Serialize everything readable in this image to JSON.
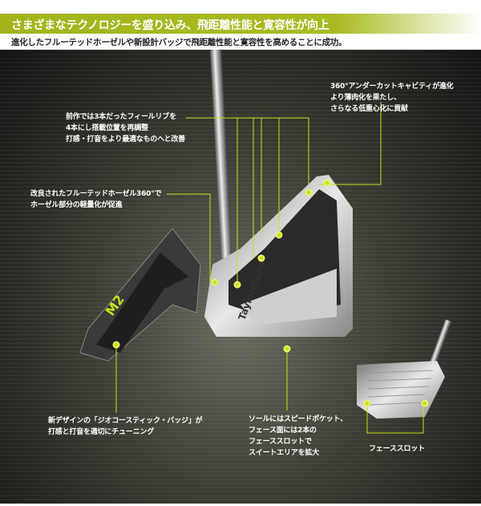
{
  "header": {
    "title": "さまざまなテクノロジーを盛り込み、飛距離性能と寛容性が向上",
    "subtitle": "進化したフルーテッドホーゼルや新設計バッジで飛距離性能と寛容性を高めることに成功。"
  },
  "callouts": [
    {
      "lines": [
        "前作では3本だったフィールリブを",
        "4本にし搭載位置を再調整",
        "打感・打音をより最適なものへと改善"
      ]
    },
    {
      "lines": [
        "360°アンダーカットキャビティが進化",
        "より薄肉化を果たし、",
        "さらなる低重心化に貢献"
      ]
    },
    {
      "lines": [
        "改良されたフルーテッドホーゼル360°で",
        "ホーゼル部分の軽量化が促進"
      ]
    },
    {
      "lines": [
        "新デザインの「ジオコースティック・バッジ」が",
        "打感と打音を適切にチューニング"
      ]
    },
    {
      "lines": [
        "ソールにはスピードポケット、",
        "フェース面には2本の",
        "フェーススロットで",
        "スイートエリアを拡大"
      ]
    },
    {
      "lines": [
        "フェーススロット"
      ]
    }
  ],
  "brand": {
    "logo_text": "TaylorMade",
    "badge_text": "M2"
  },
  "colors": {
    "accent": "#c8e01a",
    "band": "#a7b81e",
    "background": "#2e2e28"
  }
}
